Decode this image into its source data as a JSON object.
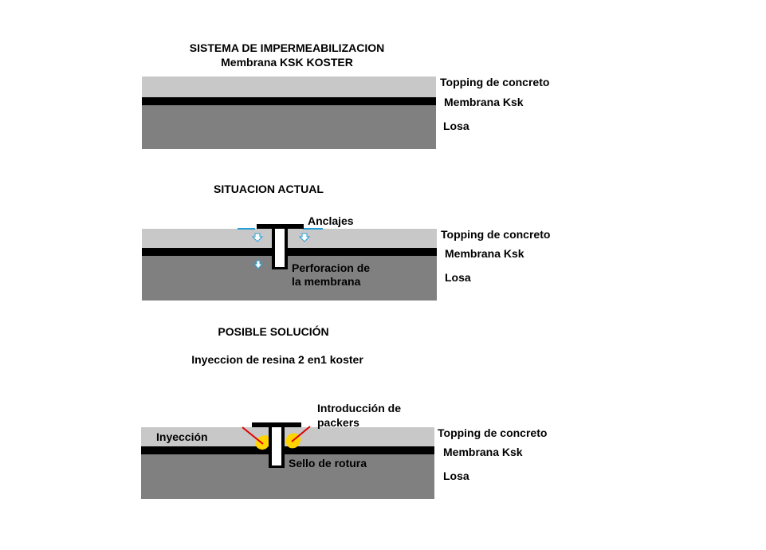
{
  "section1": {
    "title_line1": "SISTEMA DE IMPERMEABILIZACION",
    "title_line2": "Membrana KSK KOSTER",
    "topping_label": "Topping de concreto",
    "membrane_label": "Membrana Ksk",
    "slab_label": "Losa"
  },
  "section2": {
    "title": "SITUACION ACTUAL",
    "anchor_label": "Anclajes",
    "topping_label": "Topping de concreto",
    "membrane_label": "Membrana Ksk",
    "slab_label": "Losa",
    "perforation_line1": "Perforacion de",
    "perforation_line2": "la membrana"
  },
  "section3": {
    "title": "POSIBLE SOLUCIÓN",
    "subtitle": "Inyeccion de resina 2 en1 koster",
    "packers_line1": "Introducción de",
    "packers_line2": "packers",
    "injection_label": "Inyección",
    "topping_label": "Topping de concreto",
    "membrane_label": "Membrana Ksk",
    "slab_label": "Losa",
    "seal_label": "Sello de rotura"
  },
  "colors": {
    "topping": "#c8c8c8",
    "membrane": "#000000",
    "slab": "#808080",
    "water": "#2a9fd6",
    "resin": "#ffd400",
    "arrow_red": "#e00000"
  }
}
